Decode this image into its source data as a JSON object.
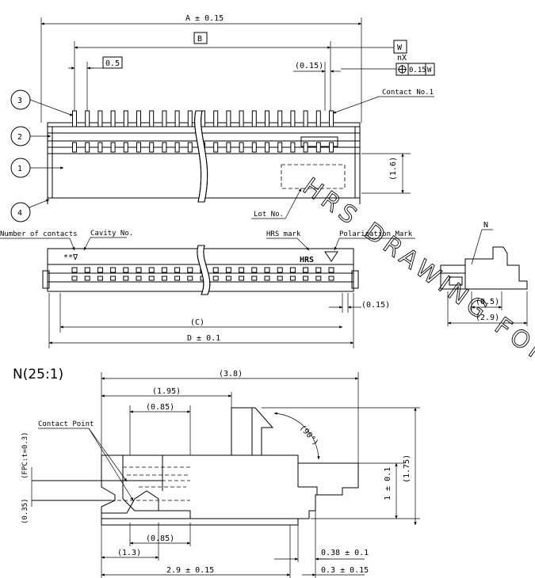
{
  "top_view": {
    "dim_a": "A ± 0.15",
    "dim_b": "B",
    "datum_w": "W",
    "dim_05": "0.5",
    "dim_015": "(0.15)",
    "tol_nx": "nX",
    "tol_value": "0.15",
    "tol_datum": "W",
    "contact_no1": "Contact No.1",
    "dim_16": "(1.6)",
    "lot_no": "Lot No.",
    "callouts": [
      "3",
      "2",
      "1",
      "4"
    ]
  },
  "front_view": {
    "number_of_contacts": "Number of contacts",
    "cavity_no": "Cavity No.",
    "cavity_marks": "**∇",
    "hrs_mark": "HRS mark",
    "hrs_logo": "HRS",
    "polarization_mark": "Polarization Mark",
    "dim_015": "(0.15)",
    "dim_c": "(C)",
    "dim_d": "D ± 0.1"
  },
  "side_view": {
    "label": "N",
    "dim_05": "(0.5)",
    "dim_29": "(2.9)"
  },
  "detail_view": {
    "title": "N(25:1)",
    "dim_38": "(3.8)",
    "dim_195": "(1.95)",
    "dim_085_top": "(0.85)",
    "angle": "(90°)",
    "contact_point": "Contact Point",
    "fpc": "(FPC:t=0.3)",
    "dim_035": "(0.35)",
    "dim_1": "1 ± 0.1",
    "dim_175": "(1.75)",
    "dim_085_bot": "(0.85)",
    "dim_13": "(1.3)",
    "dim_038": "0.38 ± 0.1",
    "dim_29": "2.9 ± 0.15",
    "dim_03": "0.3 ± 0.15"
  },
  "watermark": "HRS DRAWING FOR"
}
